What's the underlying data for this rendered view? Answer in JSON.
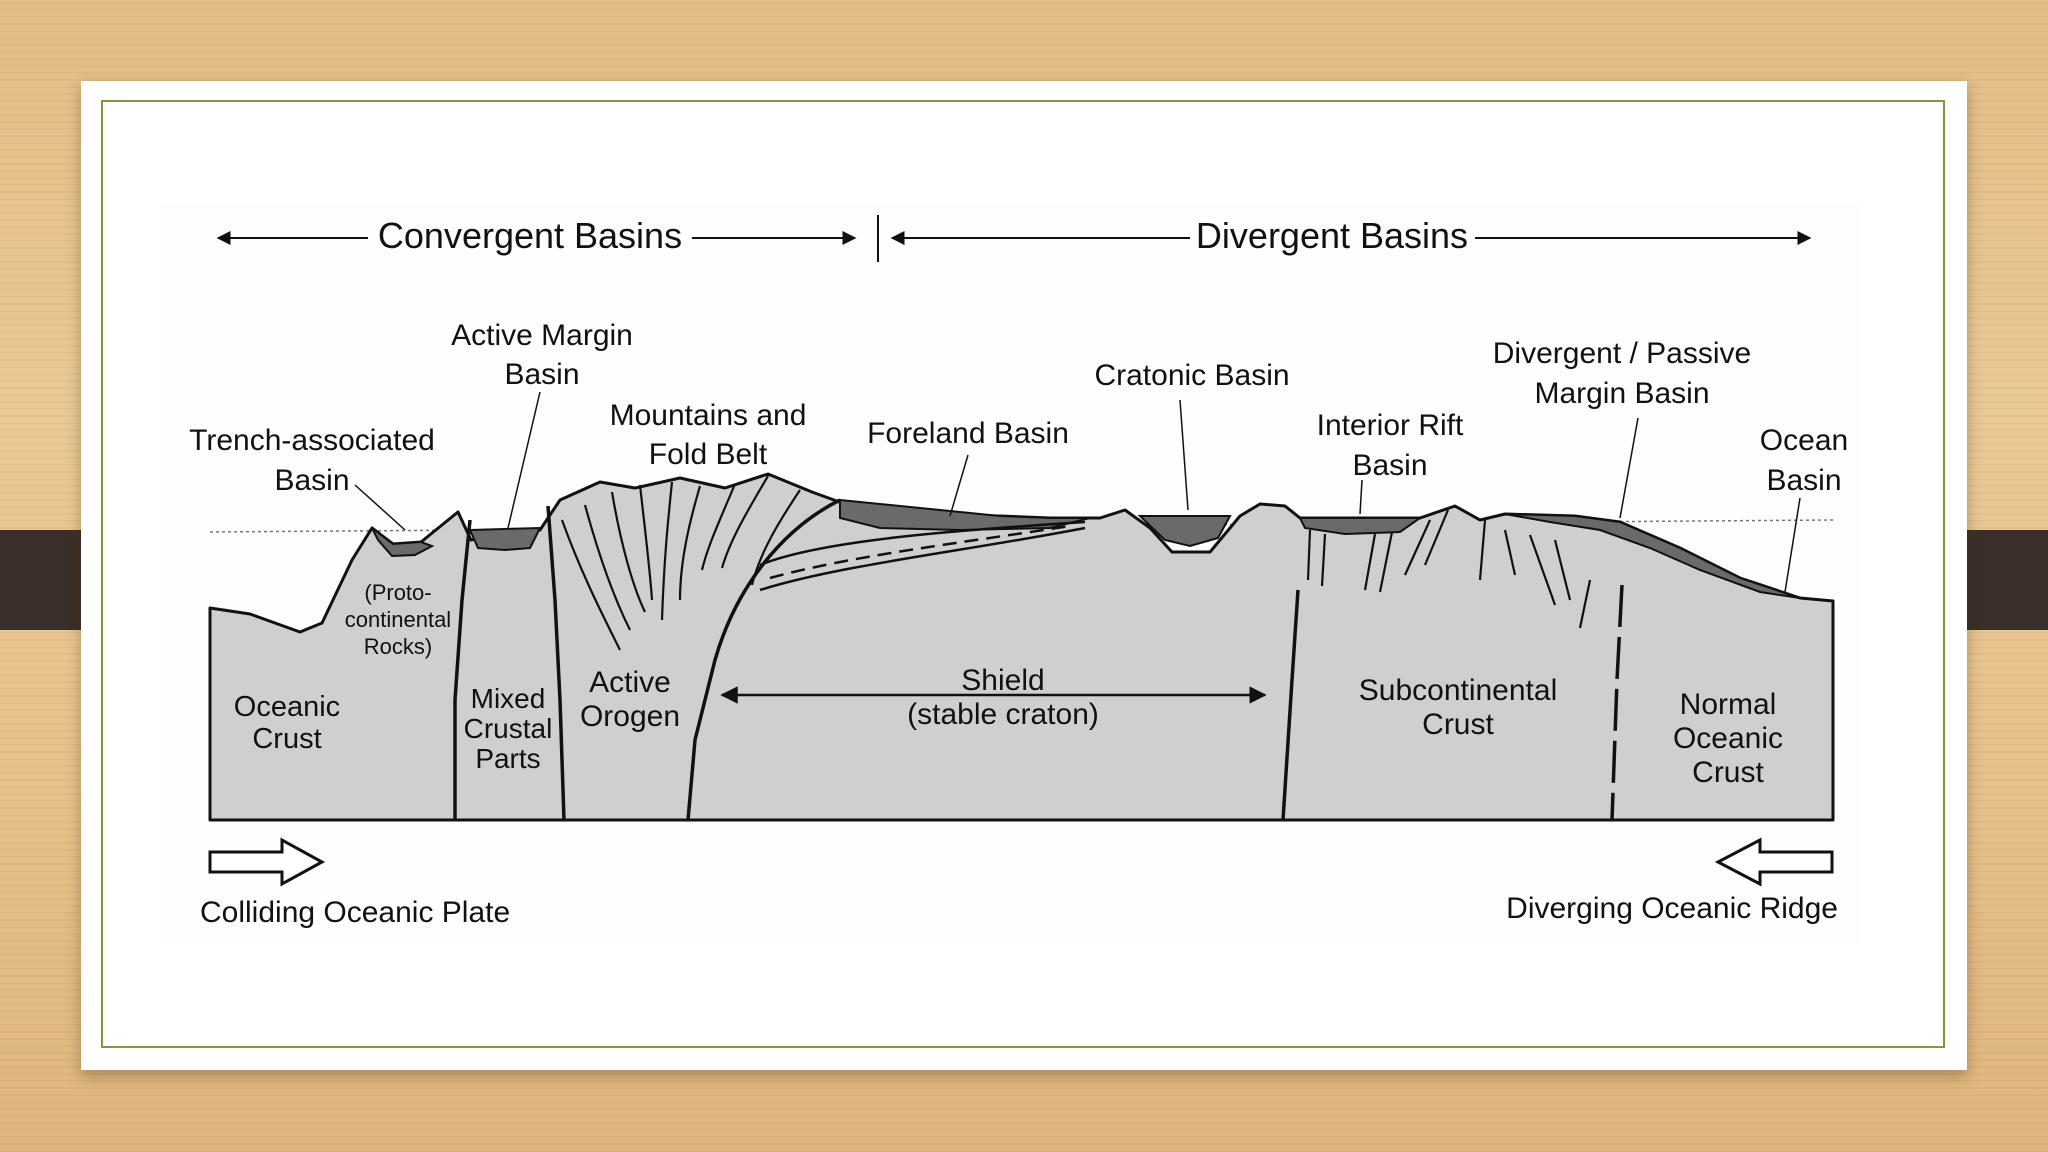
{
  "banner": {
    "convergent": "Convergent Basins",
    "divergent": "Divergent Basins"
  },
  "basins": {
    "active_margin": [
      "Active Margin",
      "Basin"
    ],
    "trench": [
      "Trench-associated",
      "Basin"
    ],
    "mountains": [
      "Mountains and",
      "Fold Belt"
    ],
    "foreland": "Foreland Basin",
    "cratonic": "Cratonic Basin",
    "interior_rift": [
      "Interior Rift",
      "Basin"
    ],
    "passive_margin": [
      "Divergent / Passive",
      "Margin Basin"
    ],
    "ocean": [
      "Ocean",
      "Basin"
    ]
  },
  "crust": {
    "proto": [
      "(Proto-",
      "continental",
      "Rocks)"
    ],
    "oceanic": [
      "Oceanic",
      "Crust"
    ],
    "mixed": [
      "Mixed",
      "Crustal",
      "Parts"
    ],
    "orogen": [
      "Active",
      "Orogen"
    ],
    "shield": "Shield",
    "shield_sub": "(stable craton)",
    "subcontinental": [
      "Subcontinental",
      "Crust"
    ],
    "normal_oceanic": [
      "Normal",
      "Oceanic",
      "Crust"
    ]
  },
  "plates": {
    "colliding": "Colliding Oceanic Plate",
    "diverging": "Diverging Oceanic Ridge"
  },
  "colors": {
    "crust": "#cfcfcf",
    "sediment": "#6a6a6a",
    "frame": "#7f9a3c",
    "tab": "#3b3029"
  }
}
